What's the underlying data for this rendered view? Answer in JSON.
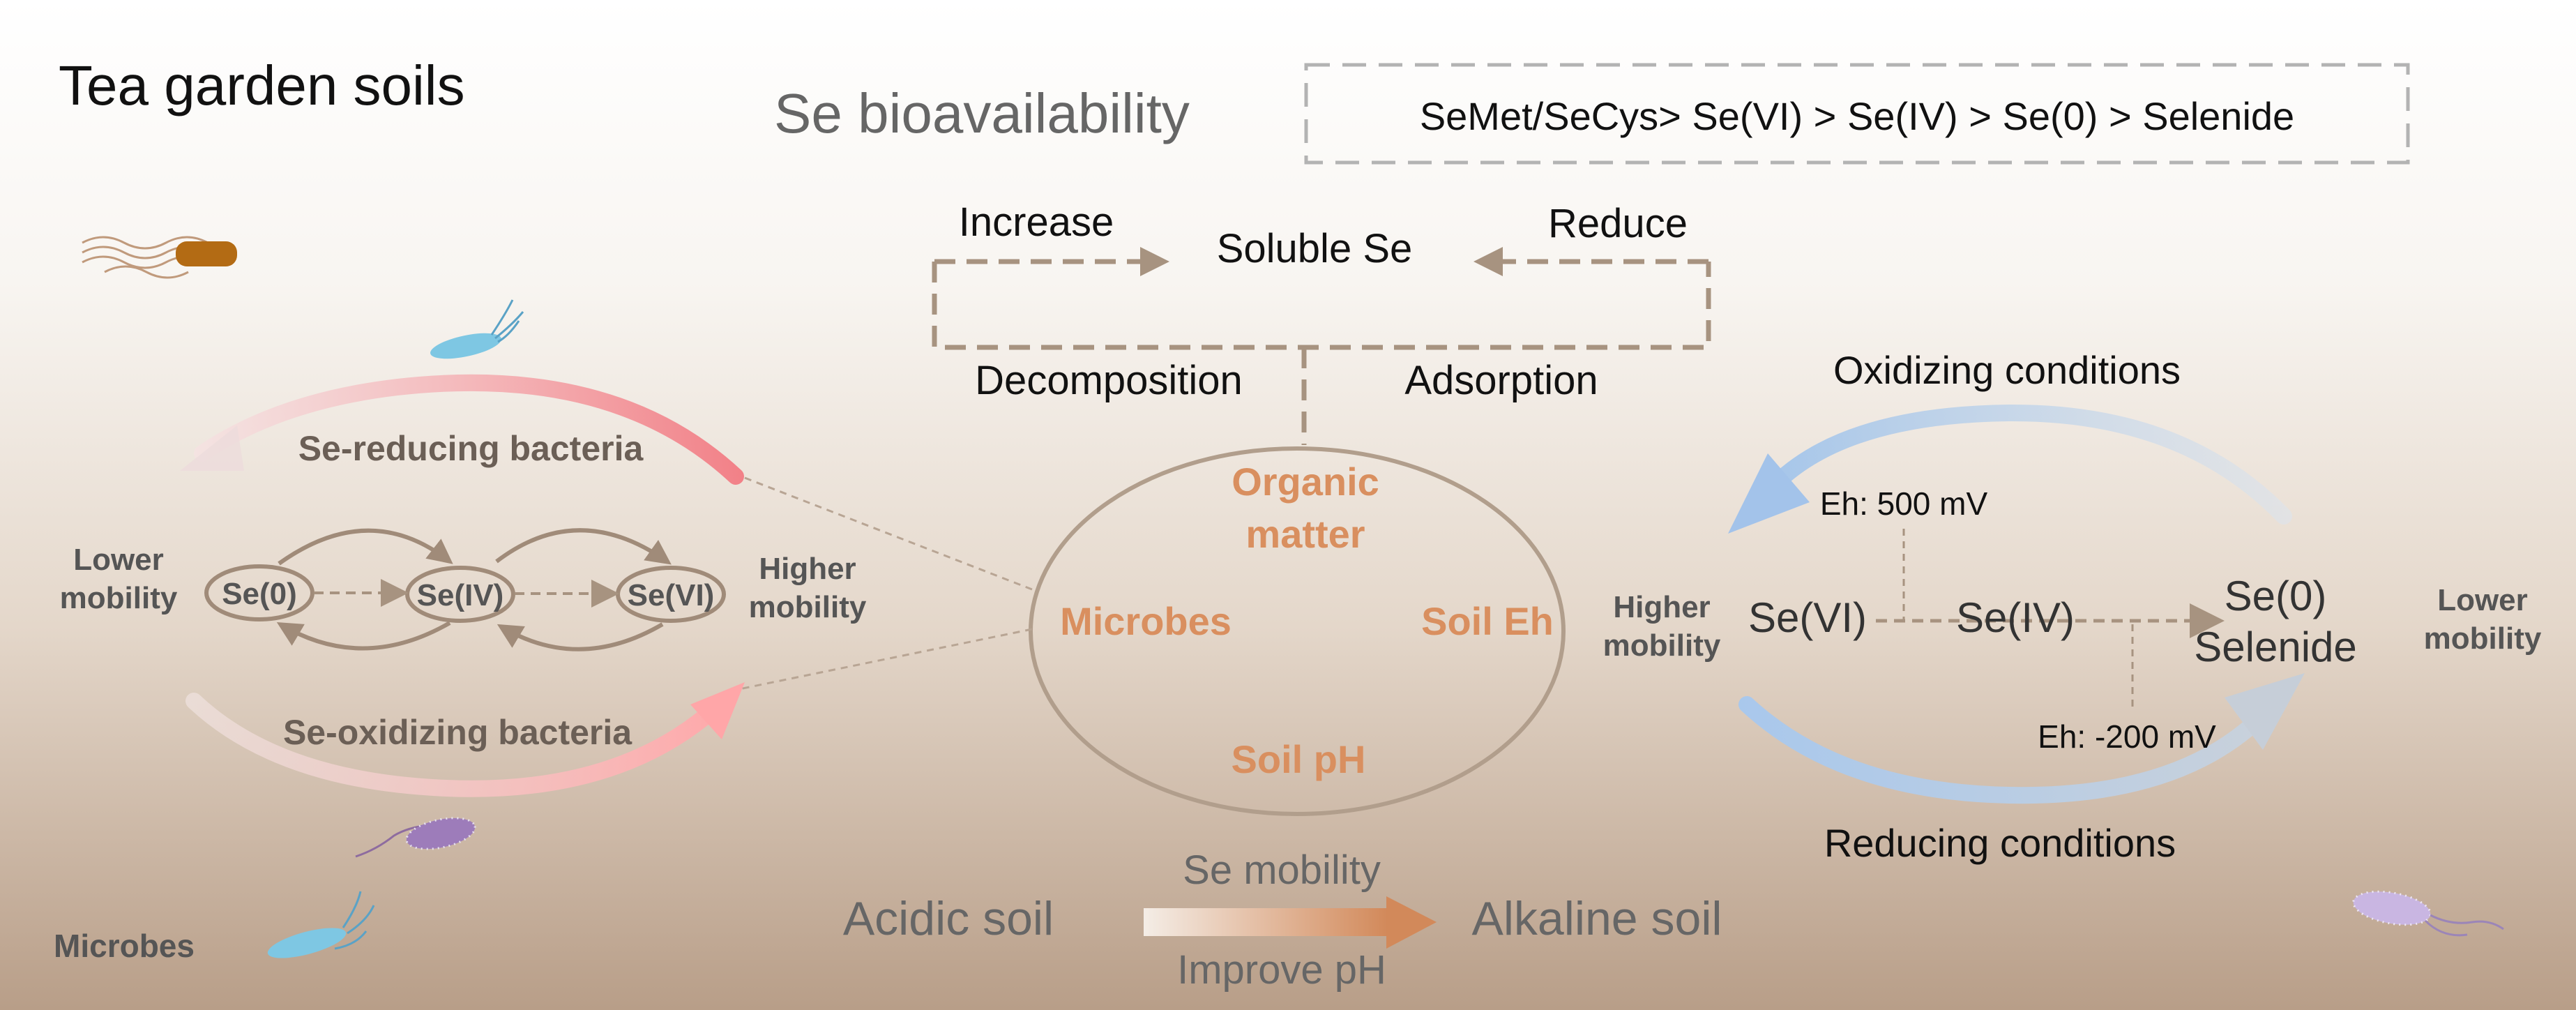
{
  "title": "Tea garden soils",
  "bioavailability": {
    "label": "Se bioavailability",
    "order": "SeMet/SeCys> Se(VI) > Se(IV) > Se(0) > Selenide"
  },
  "soluble": {
    "center": "Soluble Se",
    "increase": "Increase",
    "reduce": "Reduce",
    "decomposition": "Decomposition",
    "adsorption": "Adsorption"
  },
  "factors": {
    "organic_line1": "Organic",
    "organic_line2": "matter",
    "microbes": "Microbes",
    "soil_eh": "Soil Eh",
    "soil_ph": "Soil pH"
  },
  "microbial": {
    "reducing": "Se-reducing bacteria",
    "oxidizing": "Se-oxidizing bacteria",
    "lower1": "Lower",
    "lower2": "mobility",
    "higher1": "Higher",
    "higher2": "mobility",
    "species": [
      "Se(0)",
      "Se(IV)",
      "Se(VI)"
    ],
    "microbes_label": "Microbes"
  },
  "redox": {
    "oxidizing": "Oxidizing conditions",
    "reducing": "Reducing conditions",
    "eh_high": "Eh: 500 mV",
    "eh_low": "Eh: -200 mV",
    "higher1": "Higher",
    "higher2": "mobility",
    "lower1": "Lower",
    "lower2": "mobility",
    "se6": "Se(VI)",
    "se4": "Se(IV)",
    "se0": "Se(0)",
    "selenide": "Selenide"
  },
  "ph": {
    "acidic": "Acidic soil",
    "alkaline": "Alkaline soil",
    "mobility": "Se mobility",
    "improve": "Improve pH"
  },
  "colors": {
    "factor_orange": "#d98f5f",
    "dash_brown": "#a79380",
    "red_arrow": "#f28a8f",
    "blue_arrow": "#a8c4e6"
  }
}
